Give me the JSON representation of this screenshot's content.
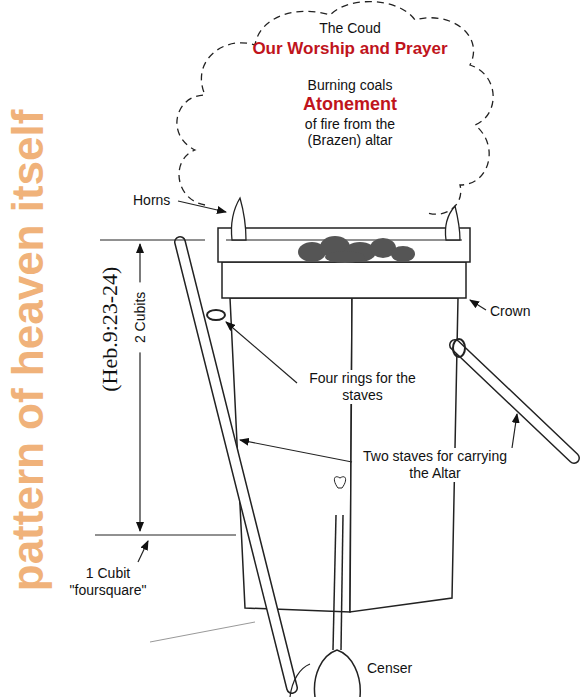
{
  "diagram": {
    "nodes": [
      {
        "text": [
          "The Coud",
          "Our Worship and Prayer",
          "Burning coals",
          "Atonement",
          "of fire from the (Brazen) altar"
        ]
      }
    ],
    "labels": [
      "pattern of heaven itself",
      "(Heb.9:23-24)",
      "Horns",
      "Crown",
      "2 Cubits",
      "Four rings for the staves",
      "Two staves for carrying the Altar",
      "1 Cubit \"foursquare\"",
      "Censer"
    ]
  }
}
